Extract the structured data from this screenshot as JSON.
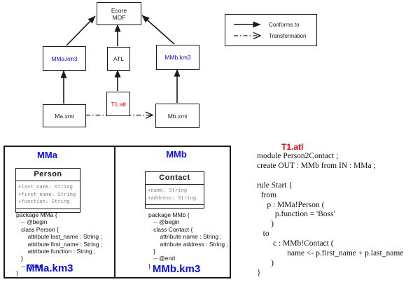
{
  "colors": {
    "accent_blue": "#0b0bf0",
    "accent_red": "#f00000",
    "attr_gray": "#828282",
    "line_black": "#1a1a1a"
  },
  "diagram": {
    "nodes": {
      "ecore": {
        "line1": "Ecore",
        "line2": "MOF"
      },
      "mma_km3": {
        "label": "MMa.km3"
      },
      "atl": {
        "label": "ATL"
      },
      "mmb_km3": {
        "label": "MMb.km3"
      },
      "t1_atl": {
        "label": "T1.atl"
      },
      "ma_xmi": {
        "label": "Ma.xmi"
      },
      "mb_xmi": {
        "label": "Mb.xmi"
      }
    }
  },
  "legend": {
    "conforms_label": "Conforms to",
    "transformation_label": "Transformation"
  },
  "panel": {
    "mma": {
      "title": "MMa",
      "class_box": {
        "name": "Person",
        "attributes": [
          "+last_name: String",
          "+first_name: String",
          "+function: String"
        ]
      },
      "code": "package MMa {\n   -- @begin\n   class Person {\n       attribute last_name : String ;\n       attribute first_name : String ;\n       attribute function : String ;\n   }\n   -- @end\n}",
      "file_label": "MMa.km3"
    },
    "mmb": {
      "title": "MMb",
      "class_box": {
        "name": "Contact",
        "attributes": [
          "+name: String",
          "+address: String"
        ]
      },
      "code": "package MMb {\n   -- @begin\n   class Contact {\n       attribute name : String ;\n       attribute address : String ;\n   }\n   -- @end\n}",
      "file_label": "MMb.km3"
    }
  },
  "atl_code": {
    "title": "T1.atl",
    "code": "module Person2Contact ;\ncreate OUT : MMb from IN : MMa ;\n\nrule Start {\n  from\n     p : MMa!Person (\n         p.function = 'Boss'\n       )\n   to\n        c : MMb!Contact (\n               name <- p.first_name + p.last_name\n       )\n}"
  }
}
